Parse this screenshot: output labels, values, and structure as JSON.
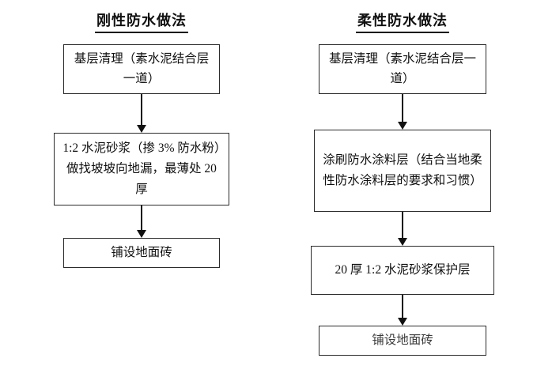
{
  "diagram": {
    "type": "flowchart",
    "background": "#ffffff",
    "border_color": "#2b2b2b",
    "text_color": "#111111"
  },
  "columns": [
    {
      "title": "刚性防水做法",
      "steps": [
        {
          "text": "基层清理（素水泥结合层一道）"
        },
        {
          "text": "1:2 水泥砂浆（掺 3% 防水粉）做找坡坡向地漏，最薄处 20 厚"
        },
        {
          "text": "铺设地面砖"
        }
      ]
    },
    {
      "title": "柔性防水做法",
      "steps": [
        {
          "text": "基层清理（素水泥结合层一道）"
        },
        {
          "text": "涂刷防水涂料层（结合当地柔性防水涂料层的要求和习惯）"
        },
        {
          "text": "20 厚 1:2 水泥砂浆保护层"
        },
        {
          "text": "铺设地面砖"
        }
      ]
    }
  ]
}
